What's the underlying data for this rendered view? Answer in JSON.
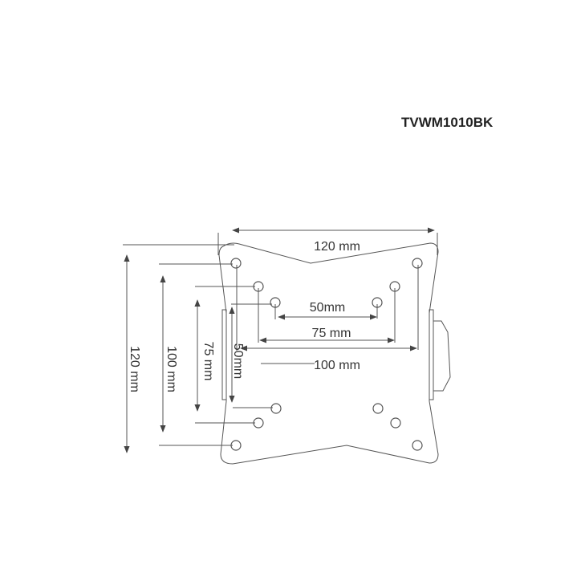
{
  "model": "TVWM1010BK",
  "dimensions": {
    "width_overall": "120 mm",
    "height_overall": "120 mm",
    "h_50": "50mm",
    "h_75": "75 mm",
    "h_100": "100 mm",
    "v_100": "100 mm",
    "v_75": "75 mm",
    "v_50": "50mm"
  }
}
